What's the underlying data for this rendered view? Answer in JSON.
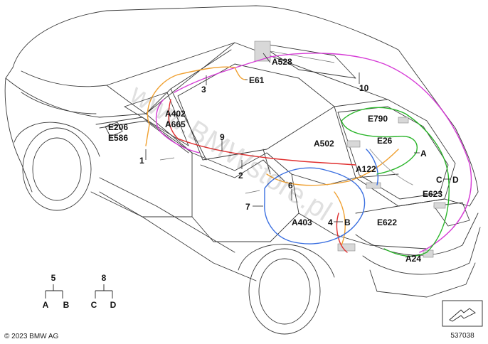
{
  "diagram": {
    "labels": {
      "E206": "E206",
      "E586": "E586",
      "n1": "1",
      "A402": "A402",
      "A665": "A665",
      "n3": "3",
      "E61": "E61",
      "A528": "A528",
      "n10": "10",
      "n9": "9",
      "n2": "2",
      "E790": "E790",
      "E26": "E26",
      "A502": "A502",
      "A": "A",
      "A122": "A122",
      "C": "C",
      "D": "D",
      "E623": "E623",
      "n6": "6",
      "n7": "7",
      "A403": "A403",
      "n4": "4",
      "B": "B",
      "E622": "E622",
      "A24": "A24"
    },
    "legend": [
      {
        "num": "5",
        "left": "A",
        "right": "B"
      },
      {
        "num": "8",
        "left": "C",
        "right": "D"
      }
    ],
    "copyright": "© 2023 BMW AG",
    "diagram_id": "537038",
    "watermark": "www.BMWstore.pl"
  },
  "colors": {
    "magenta": "#d63cd6",
    "orange": "#f0a030",
    "red": "#e03030",
    "green": "#2ab52a",
    "blue": "#3a6fe0",
    "outline": "#3a3a3a"
  }
}
